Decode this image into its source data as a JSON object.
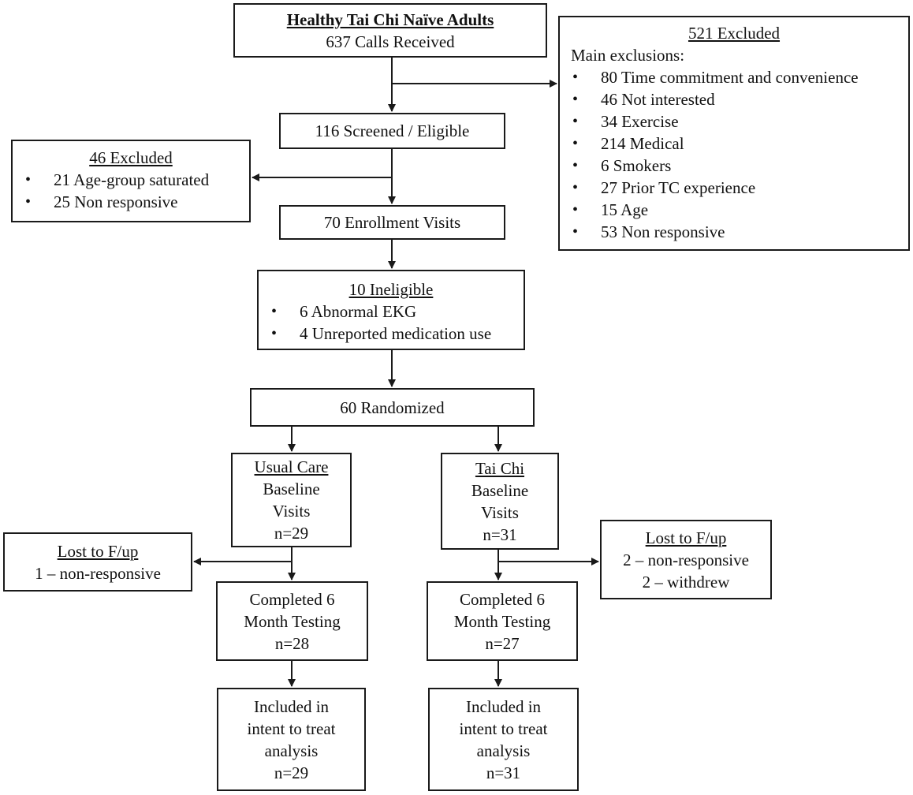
{
  "start": {
    "title": "Healthy Tai Chi Naïve Adults",
    "line": "637 Calls Received"
  },
  "excluded_main": {
    "title": "521 Excluded",
    "subtitle": "Main exclusions:",
    "items": [
      "80 Time commitment and convenience",
      "46 Not interested",
      "34 Exercise",
      "214 Medical",
      "6 Smokers",
      "27 Prior TC experience",
      "15 Age",
      "53 Non responsive"
    ]
  },
  "screened": {
    "label": "116 Screened / Eligible"
  },
  "excluded_46": {
    "title": "46 Excluded",
    "items": [
      "21 Age-group saturated",
      "25 Non responsive"
    ]
  },
  "enrollment": {
    "label": "70 Enrollment Visits"
  },
  "ineligible": {
    "title": "10 Ineligible",
    "items": [
      "6 Abnormal EKG",
      "4 Unreported medication use"
    ]
  },
  "randomized": {
    "label": "60 Randomized"
  },
  "usual_care": {
    "baseline": {
      "title": "Usual Care",
      "lines": [
        "Baseline",
        "Visits",
        "n=29"
      ]
    },
    "lost": {
      "title": "Lost to F/up",
      "lines": [
        "1 – non-responsive"
      ]
    },
    "completed": {
      "lines": [
        "Completed 6",
        "Month Testing",
        "n=28"
      ]
    },
    "included": {
      "lines": [
        "Included in",
        "intent to treat",
        "analysis",
        "n=29"
      ]
    }
  },
  "tai_chi": {
    "baseline": {
      "title": "Tai Chi",
      "lines": [
        "Baseline",
        "Visits",
        "n=31"
      ]
    },
    "lost": {
      "title": "Lost to F/up",
      "lines": [
        "2 – non-responsive",
        "2 – withdrew"
      ]
    },
    "completed": {
      "lines": [
        "Completed 6",
        "Month Testing",
        "n=27"
      ]
    },
    "included": {
      "lines": [
        "Included in",
        "intent to treat",
        "analysis",
        "n=31"
      ]
    }
  }
}
